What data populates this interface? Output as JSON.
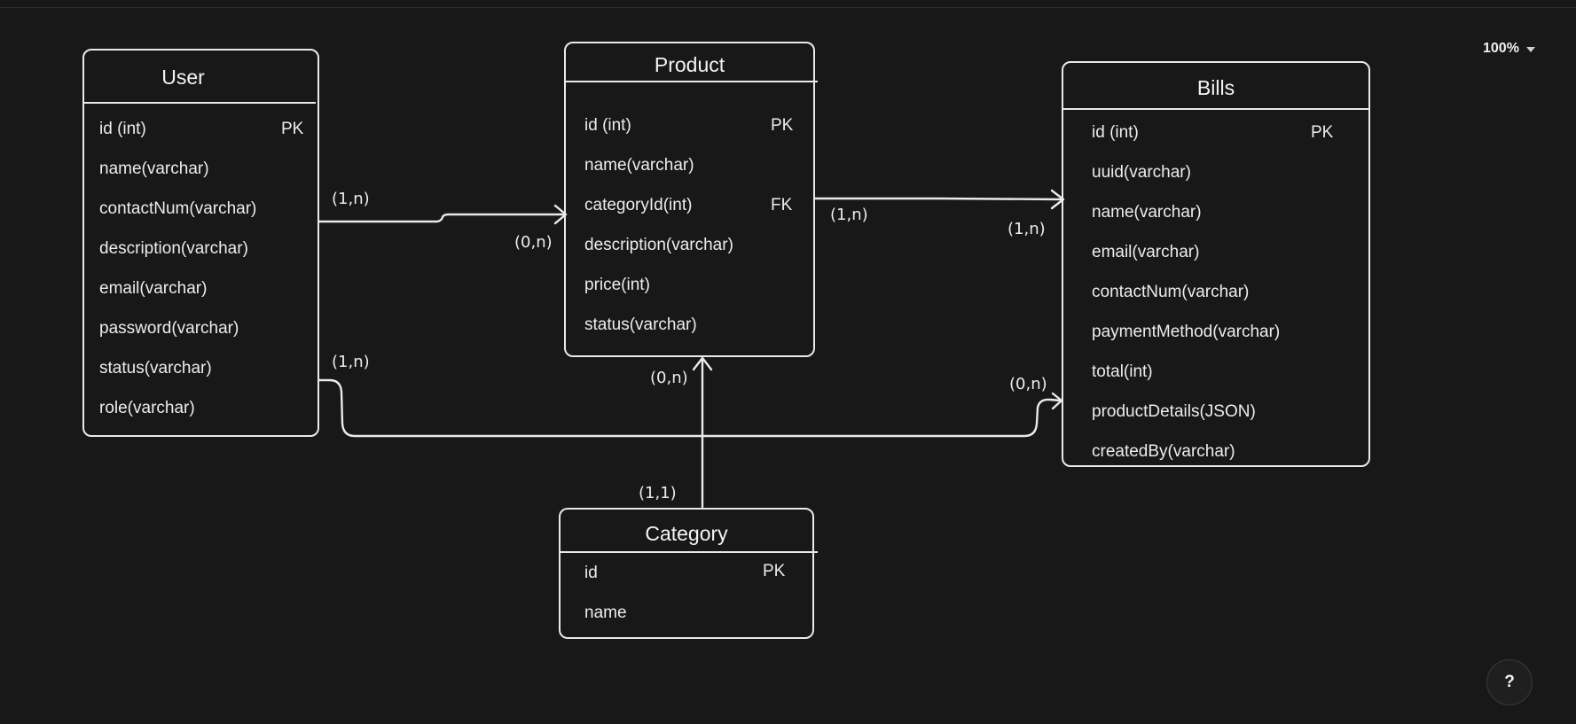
{
  "toolbar": {
    "zoom_label": "100%",
    "help_label": "?"
  },
  "entities": {
    "user": {
      "title": "User",
      "fields": [
        "id (int)",
        "name(varchar)",
        "contactNum(varchar)",
        "description(varchar)",
        "email(varchar)",
        "password(varchar)",
        "status(varchar)",
        "role(varchar)"
      ],
      "keys": {
        "id": "PK"
      }
    },
    "product": {
      "title": "Product",
      "fields": [
        "id (int)",
        "name(varchar)",
        "categoryId(int)",
        "description(varchar)",
        "price(int)",
        "status(varchar)"
      ],
      "keys": {
        "id": "PK",
        "categoryId": "FK"
      }
    },
    "bills": {
      "title": "Bills",
      "fields": [
        "id (int)",
        "uuid(varchar)",
        "name(varchar)",
        "email(varchar)",
        "contactNum(varchar)",
        "paymentMethod(varchar)",
        "total(int)",
        "productDetails(JSON)",
        "createdBy(varchar)"
      ],
      "keys": {
        "id": "PK"
      }
    },
    "category": {
      "title": "Category",
      "fields": [
        "id",
        "name"
      ],
      "keys": {
        "id": "PK"
      }
    }
  },
  "relationships": {
    "user_product": {
      "from_card": "(1,n)",
      "to_card": "(0,n)"
    },
    "user_bills": {
      "from_card": "(1,n)",
      "to_card": "(0,n)"
    },
    "product_bills": {
      "from_card": "(1,n)",
      "to_card": "(1,n)"
    },
    "category_product": {
      "from_card": "(1,1)",
      "to_card": "(0,n)"
    }
  }
}
